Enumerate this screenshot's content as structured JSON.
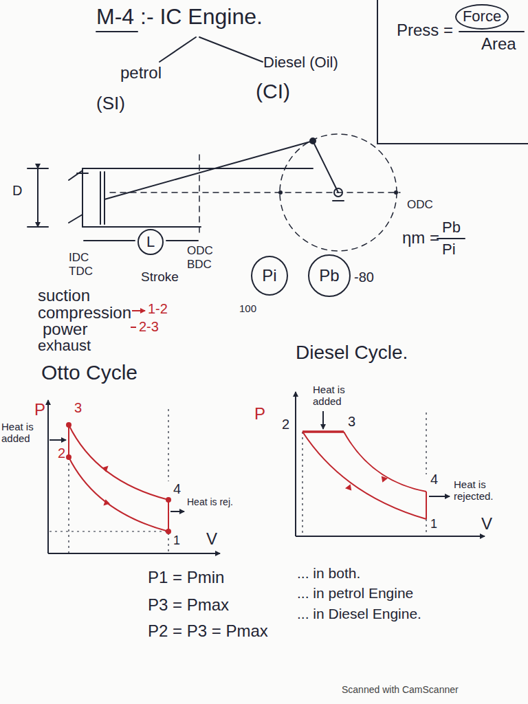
{
  "diagram": {
    "title": "M-4 :- IC Engine.",
    "nodes": [
      {
        "text": [
          "Press =",
          "Area"
        ]
      },
      {
        "text": [
          "Force"
        ],
        "in": 0
      },
      {
        "text": [
          "L"
        ]
      },
      {
        "text": [
          "Pi"
        ]
      },
      {
        "text": [
          "Pb"
        ]
      }
    ],
    "labels": [
      "petrol",
      "(SI)",
      "Diesel (Oil)",
      "(CI)",
      "D",
      "IDC",
      "TDC",
      "ODC",
      "BDC",
      "Stroke",
      "ODC",
      "100",
      "-80",
      "ηm =",
      "Pb",
      "Pi",
      "suction",
      "compression",
      "1-2",
      "power",
      "2-3",
      "exhaust",
      "Otto Cycle",
      "Diesel Cycle.",
      "P",
      "3",
      "2",
      "Heat is added",
      "4",
      "1",
      "Heat is rej.",
      "V",
      "P",
      "2",
      "Heat is added",
      "3",
      "4",
      "Heat is rejected.",
      "1",
      "V",
      "P1 = Pmin",
      "... in both.",
      "P3 = Pmax",
      "... in petrol Engine",
      "P2 = P3 = Pmax",
      "... in Diesel Engine.",
      "Scanned with CamScanner"
    ]
  }
}
